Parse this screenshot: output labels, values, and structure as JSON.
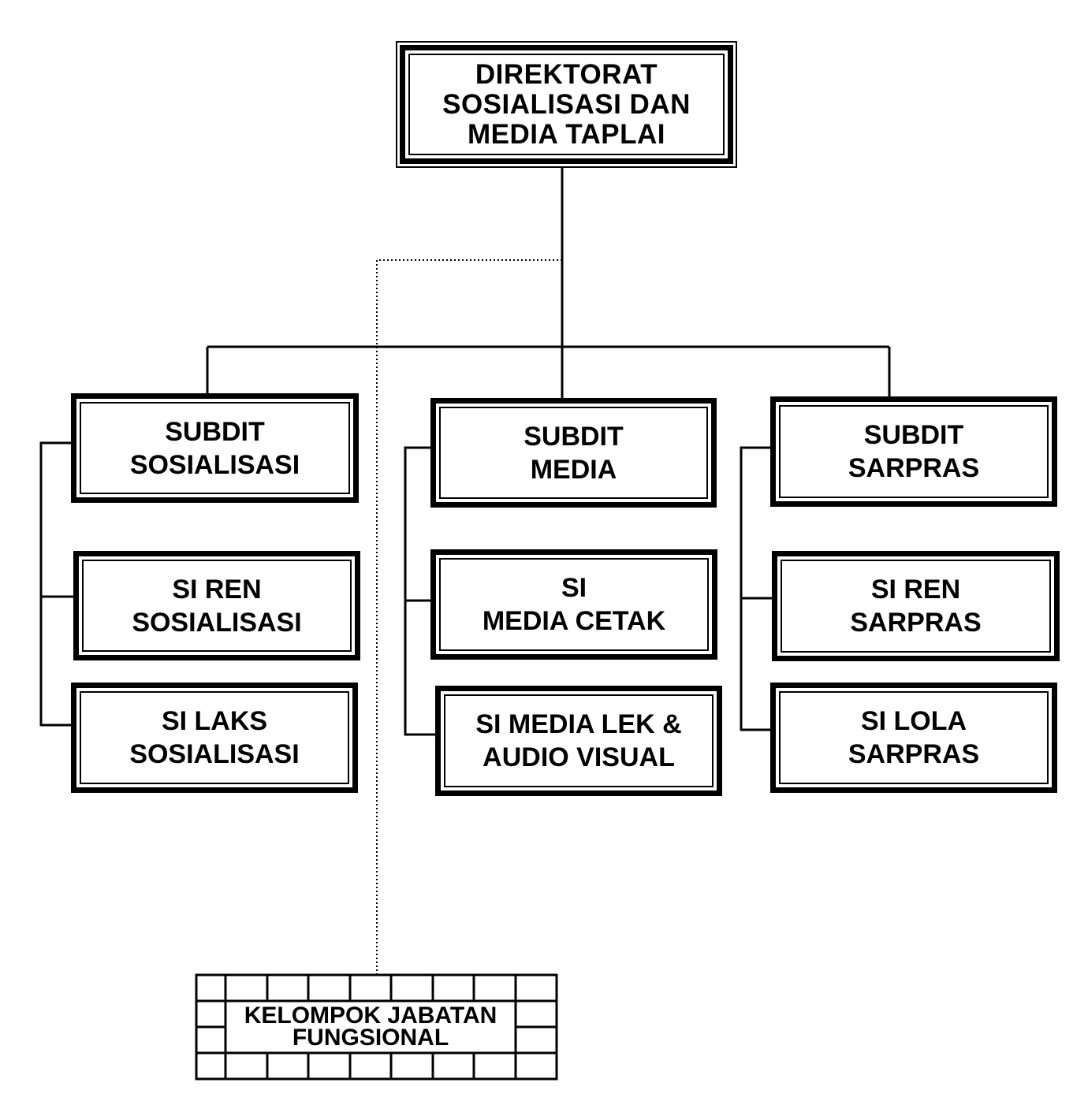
{
  "diagram": {
    "head": {
      "lines": [
        "DIREKTORAT",
        "SOSIALISASI DAN",
        "MEDIA TAPLAI"
      ]
    },
    "columns": [
      {
        "subdit": {
          "lines": [
            "SUBDIT",
            "SOSIALISASI"
          ]
        },
        "sections": [
          {
            "lines": [
              "SI REN",
              "SOSIALISASI"
            ]
          },
          {
            "lines": [
              "SI LAKS",
              "SOSIALISASI"
            ]
          }
        ]
      },
      {
        "subdit": {
          "lines": [
            "SUBDIT",
            "MEDIA"
          ]
        },
        "sections": [
          {
            "lines": [
              "SI",
              "MEDIA CETAK"
            ]
          },
          {
            "lines": [
              "SI MEDIA LEK &",
              "AUDIO VISUAL"
            ]
          }
        ]
      },
      {
        "subdit": {
          "lines": [
            "SUBDIT",
            "SARPRAS"
          ]
        },
        "sections": [
          {
            "lines": [
              "SI REN",
              "SARPRAS"
            ]
          },
          {
            "lines": [
              "SI LOLA",
              "SARPRAS"
            ]
          }
        ]
      }
    ],
    "functional_group": {
      "lines": [
        "KELOMPOK JABATAN",
        "FUNGSIONAL"
      ]
    }
  }
}
